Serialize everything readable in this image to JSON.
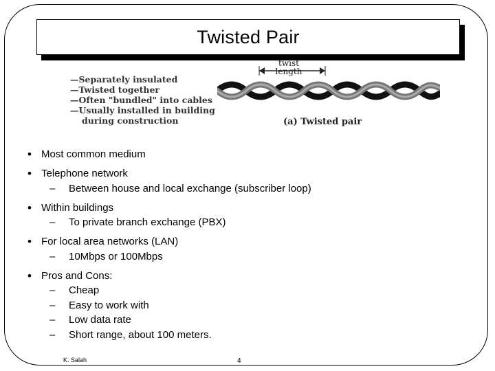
{
  "slide": {
    "title": "Twisted Pair",
    "figure": {
      "list": [
        "—Separately insulated",
        "—Twisted together",
        "—Often \"bundled\" into cables",
        "—Usually installed in building",
        "during construction"
      ],
      "twist_label_line1": "twist",
      "twist_label_line2": "length",
      "caption": "(a) Twisted pair"
    },
    "bullets": [
      {
        "text": "Most common medium",
        "subs": []
      },
      {
        "text": "Telephone network",
        "subs": [
          "Between house and local exchange (subscriber loop)"
        ]
      },
      {
        "text": "Within buildings",
        "subs": [
          "To private branch exchange (PBX)"
        ]
      },
      {
        "text": "For local area networks (LAN)",
        "subs": [
          "10Mbps or 100Mbps"
        ]
      },
      {
        "text": "Pros and Cons:",
        "subs": [
          "Cheap",
          "Easy to work with",
          "Low data rate",
          "Short range, about 100 meters."
        ]
      }
    ],
    "bullet_symbol": "•",
    "sub_symbol": "–",
    "footer": {
      "author": "K. Salah",
      "page": "4"
    }
  }
}
